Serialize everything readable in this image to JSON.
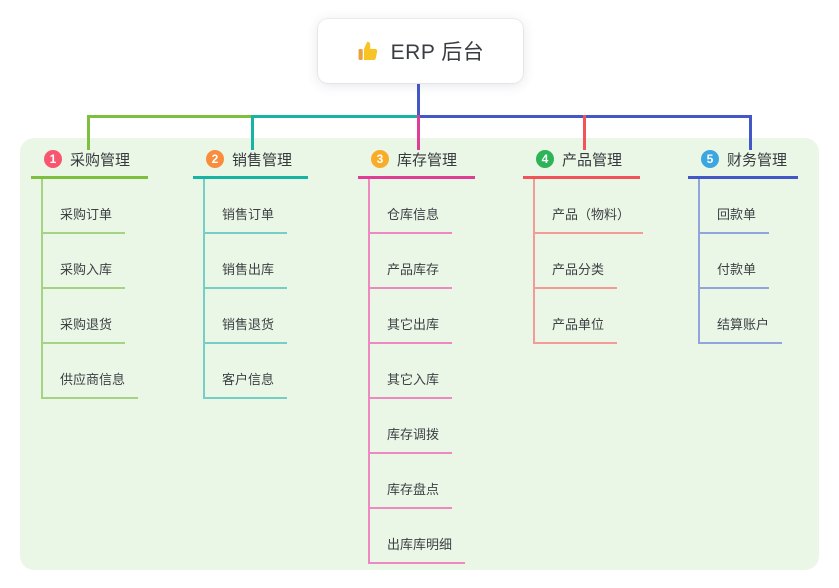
{
  "root": {
    "label": "ERP 后台",
    "icon": "thumbs-up"
  },
  "branches": [
    {
      "num": "1",
      "label": "采购管理",
      "color": "#7fbf3f",
      "light_color": "#a6d283",
      "badge_color": "#f8566e",
      "children": [
        "采购订单",
        "采购入库",
        "采购退货",
        "供应商信息"
      ]
    },
    {
      "num": "2",
      "label": "销售管理",
      "color": "#17b3a3",
      "light_color": "#76cfc5",
      "badge_color": "#f98d3d",
      "children": [
        "销售订单",
        "销售出库",
        "销售退货",
        "客户信息"
      ]
    },
    {
      "num": "3",
      "label": "库存管理",
      "color": "#e03d96",
      "light_color": "#ee88c0",
      "badge_color": "#f8ac28",
      "children": [
        "仓库信息",
        "产品库存",
        "其它出库",
        "其它入库",
        "库存调拨",
        "库存盘点",
        "出库库明细"
      ]
    },
    {
      "num": "4",
      "label": "产品管理",
      "color": "#f25359",
      "light_color": "#f49b97",
      "badge_color": "#2db457",
      "children": [
        "产品（物料）",
        "产品分类",
        "产品单位"
      ]
    },
    {
      "num": "5",
      "label": "财务管理",
      "color": "#4457c9",
      "light_color": "#91a5da",
      "badge_color": "#3ba6e0",
      "children": [
        "回款单",
        "付款单",
        "结算账户"
      ]
    }
  ],
  "colors": {
    "root_stem": "#4457c9",
    "panel_bg": "#ebf7e6",
    "canvas_bg": "#ffffff",
    "text_dark": "#363a3e"
  }
}
